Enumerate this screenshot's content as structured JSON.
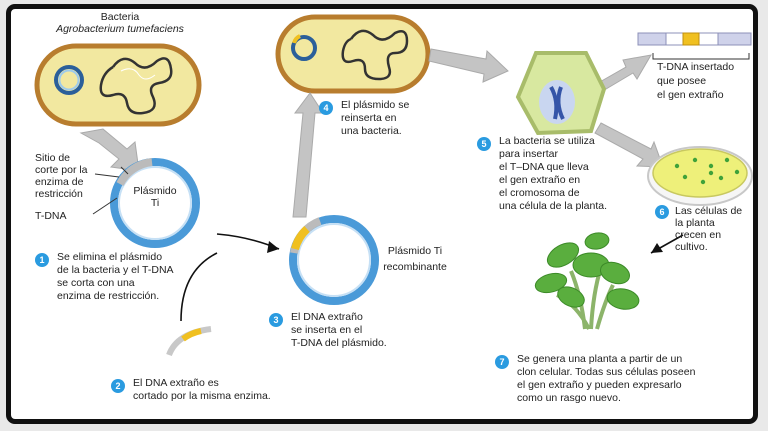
{
  "labels": {
    "bacteria_title": "Bacteria",
    "bacteria_species": "Agrobacterium tumefaciens",
    "cut_site": [
      "Sitio de",
      "corte por la",
      "enzima de",
      "restricción"
    ],
    "tdna": "T-DNA",
    "plasmid_ti": [
      "Plásmido",
      "Ti"
    ],
    "plasmid_ti_recombinant": [
      "Plásmido Ti",
      "recombinante"
    ],
    "tdna_inserted": [
      "T-DNA insertado",
      "que posee",
      "el gen extraño"
    ]
  },
  "steps": [
    {
      "number": "1",
      "lines": [
        "Se elimina el plásmido",
        "de la bacteria y el T-DNA",
        "se corta con una",
        "enzima de restricción."
      ]
    },
    {
      "number": "2",
      "lines": [
        "El DNA extraño es",
        "cortado por la misma enzima."
      ]
    },
    {
      "number": "3",
      "lines": [
        "El DNA extraño",
        "se inserta en el",
        "T-DNA del plásmido."
      ]
    },
    {
      "number": "4",
      "lines": [
        "El plásmido se",
        "reinserta en",
        "una bacteria."
      ]
    },
    {
      "number": "5",
      "lines": [
        "La bacteria se utiliza",
        "para insertar",
        "el T–DNA que lleva",
        "el gen extraño en",
        "el cromosoma de",
        "una célula de la planta."
      ]
    },
    {
      "number": "6",
      "lines": [
        "Las células de",
        "la planta",
        "crecen en",
        "cultivo."
      ]
    },
    {
      "number": "7",
      "lines": [
        "Se genera una planta a partir de un",
        "clon celular. Todas sus células poseen",
        "el gen extraño y pueden expresarlo",
        "como un rasgo nuevo."
      ]
    }
  ],
  "colors": {
    "bacteria_fill": "#f2e8a0",
    "bacteria_border": "#b87d2e",
    "plasmid_blue": "#4a9ad8",
    "plasmid_dark": "#2b5f9a",
    "insert_yellow": "#f0c020",
    "step_badge": "#2a9be0",
    "arrow_gray": "#c4c4c4",
    "cell_green": "#d8e8a0",
    "dish_yellow": "#eef07a",
    "leaf_green": "#5aae3e"
  }
}
